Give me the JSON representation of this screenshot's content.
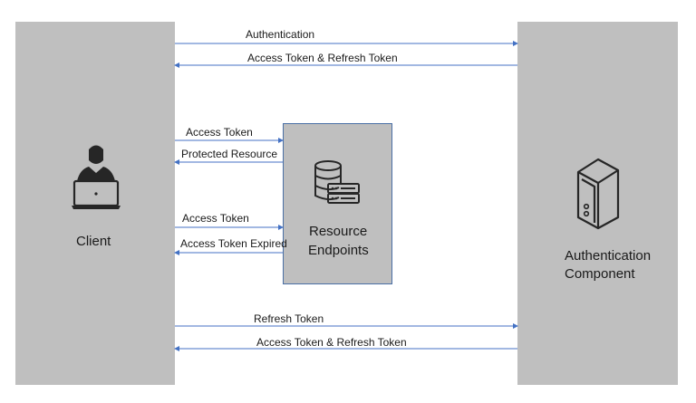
{
  "client": {
    "label": "Client",
    "icon": "user-laptop-icon"
  },
  "auth_component": {
    "label_line1": "Authentication",
    "label_line2": "Component",
    "icon": "server-tower-icon"
  },
  "resource": {
    "label_line1": "Resource",
    "label_line2": "Endpoints",
    "icon": "database-server-icon"
  },
  "arrows": {
    "authentication": "Authentication",
    "access_refresh_top": "Access Token & Refresh Token",
    "access_token_1": "Access Token",
    "protected_resource": "Protected Resource",
    "access_token_2": "Access Token",
    "access_token_expired": "Access Token Expired",
    "refresh_token": "Refresh Token",
    "access_refresh_bottom": "Access Token & Refresh Token"
  },
  "colors": {
    "panel": "#bfbfbf",
    "arrow": "#4472c4",
    "border": "#4a6fa5",
    "icon": "#262626"
  }
}
